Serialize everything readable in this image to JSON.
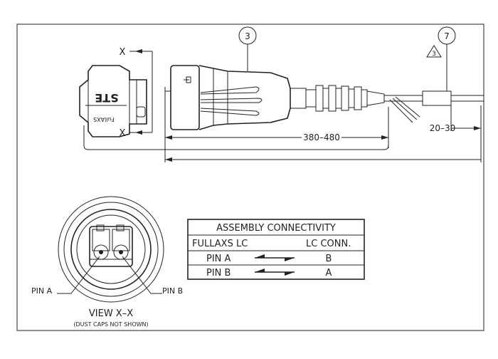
{
  "callouts": {
    "balloon_3": "3",
    "balloon_7": "7",
    "triangle_3": "3"
  },
  "section": {
    "top_label": "X",
    "bottom_label": "X"
  },
  "dimensions": {
    "length": "380–480",
    "tail": "20–30"
  },
  "brand": {
    "logo_text": "STE",
    "side_text": "FullAXS"
  },
  "view": {
    "title": "VIEW X–X",
    "note": "(DUST CAPS NOT SHOWN)",
    "pin_a": "PIN A",
    "pin_b": "PIN B"
  },
  "table": {
    "title": "ASSEMBLY CONNECTIVITY",
    "header_left": "FULLAXS LC",
    "header_right": "LC CONN.",
    "rows": [
      {
        "from": "PIN A",
        "to": "B"
      },
      {
        "from": "PIN B",
        "to": "A"
      }
    ]
  }
}
